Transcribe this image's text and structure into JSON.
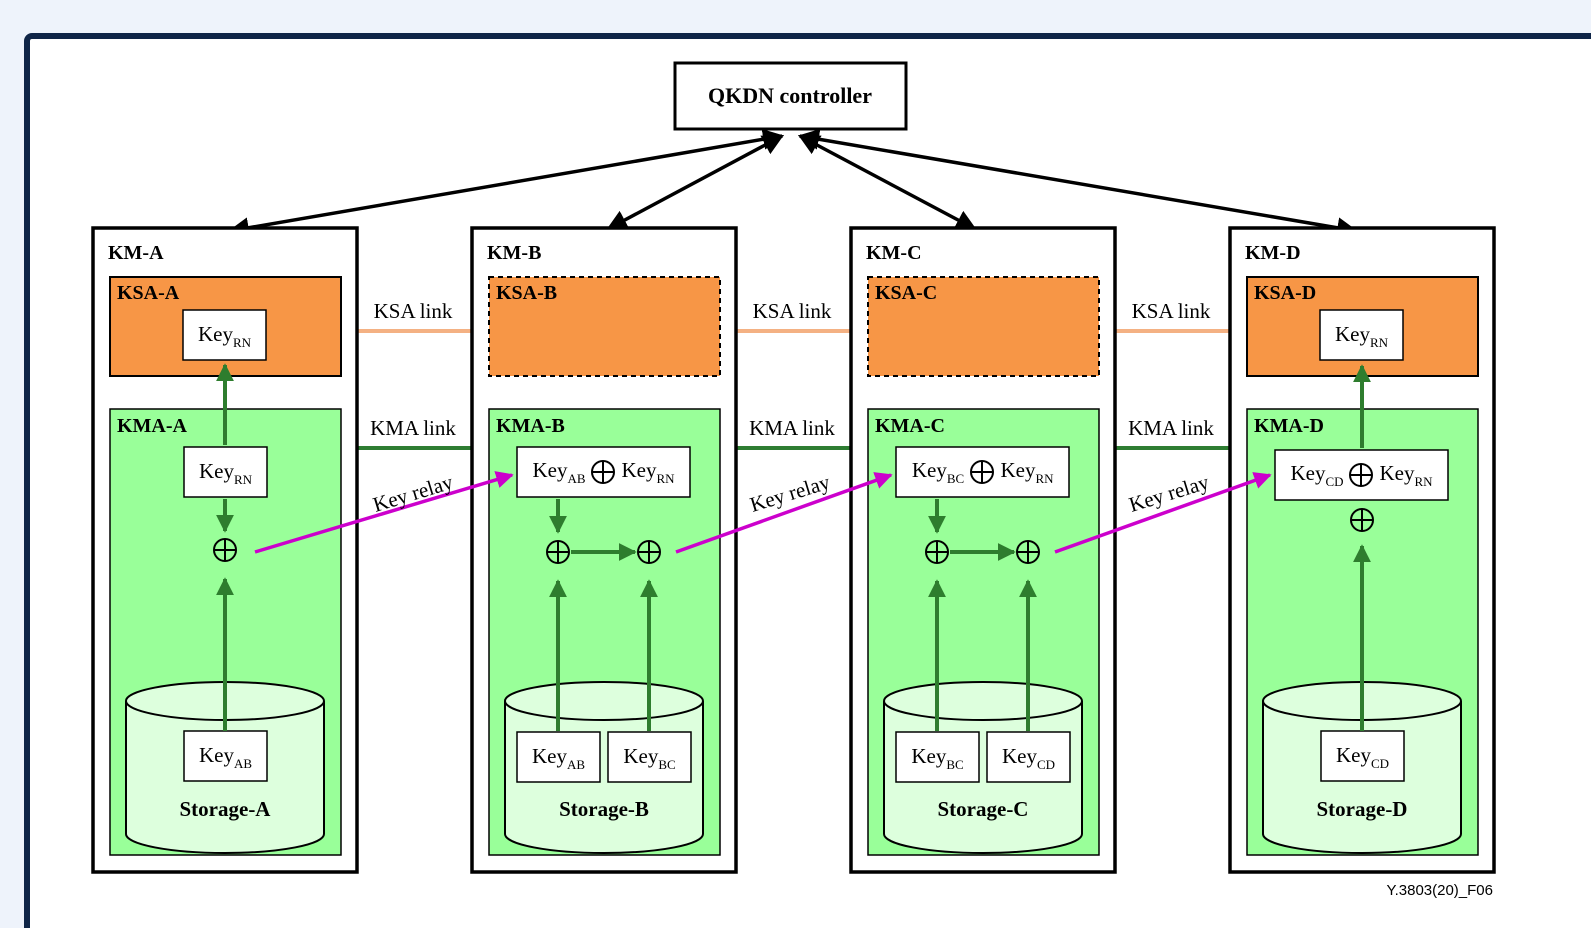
{
  "controller": {
    "label": "QKDN controller"
  },
  "link_labels": {
    "ksa": "KSA link",
    "kma": "KMA link",
    "relay": "Key relay"
  },
  "key_base": "Key",
  "nodes": [
    {
      "km": "KM-A",
      "ksa": "KSA-A",
      "kma": "KMA-A",
      "storage": "Storage-A",
      "ksa_key": "RN",
      "kma_keys": [
        [
          "RN"
        ]
      ],
      "storage_keys": [
        "AB"
      ],
      "ksa_dashed": false
    },
    {
      "km": "KM-B",
      "ksa": "KSA-B",
      "kma": "KMA-B",
      "storage": "Storage-B",
      "ksa_key": null,
      "kma_keys": [
        [
          "AB",
          "RN"
        ]
      ],
      "storage_keys": [
        "AB",
        "BC"
      ],
      "ksa_dashed": true
    },
    {
      "km": "KM-C",
      "ksa": "KSA-C",
      "kma": "KMA-C",
      "storage": "Storage-C",
      "ksa_key": null,
      "kma_keys": [
        [
          "BC",
          "RN"
        ]
      ],
      "storage_keys": [
        "BC",
        "CD"
      ],
      "ksa_dashed": true
    },
    {
      "km": "KM-D",
      "ksa": "KSA-D",
      "kma": "KMA-D",
      "storage": "Storage-D",
      "ksa_key": "RN",
      "kma_keys": [
        [
          "CD",
          "RN"
        ]
      ],
      "storage_keys": [
        "CD"
      ],
      "ksa_dashed": false
    }
  ],
  "colors": {
    "ksa_fill": "#f79646",
    "ksa_link": "#f4b183",
    "kma_fill": "#99ff99",
    "kma_link": "#2e7d32",
    "flow_arrow": "#2e7d2e",
    "relay": "#cc00cc",
    "storage_fill": "#ddffdd"
  },
  "figure_id": "Y.3803(20)_F06"
}
